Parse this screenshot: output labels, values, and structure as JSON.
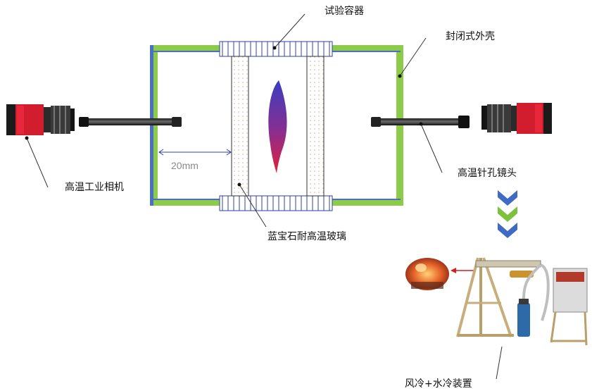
{
  "labels": {
    "test_vessel": "试验容器",
    "sealed_shell": "封闭式外壳",
    "camera": "高温工业相机",
    "pinhole_lens": "高温针孔镜头",
    "sapphire_glass": "蓝宝石耐高温玻璃",
    "cooling": "风冷+水冷装置",
    "dimension": "20mm"
  },
  "colors": {
    "shell_green": "#8ccc4a",
    "shell_blue": "#4a6fc4",
    "flange_blue": "#2f3fa8",
    "chevron_blue": "#3f6bc4",
    "chevron_green": "#7cc23c",
    "flame_top": "#3a3ec0",
    "flame_bottom": "#e0203a",
    "arrow_red": "#d91d1d"
  },
  "icons": [
    "camera-icon",
    "lens-icon",
    "flame-icon",
    "chevron-down-icon",
    "cooling-rig-icon",
    "fire-photo-icon"
  ]
}
